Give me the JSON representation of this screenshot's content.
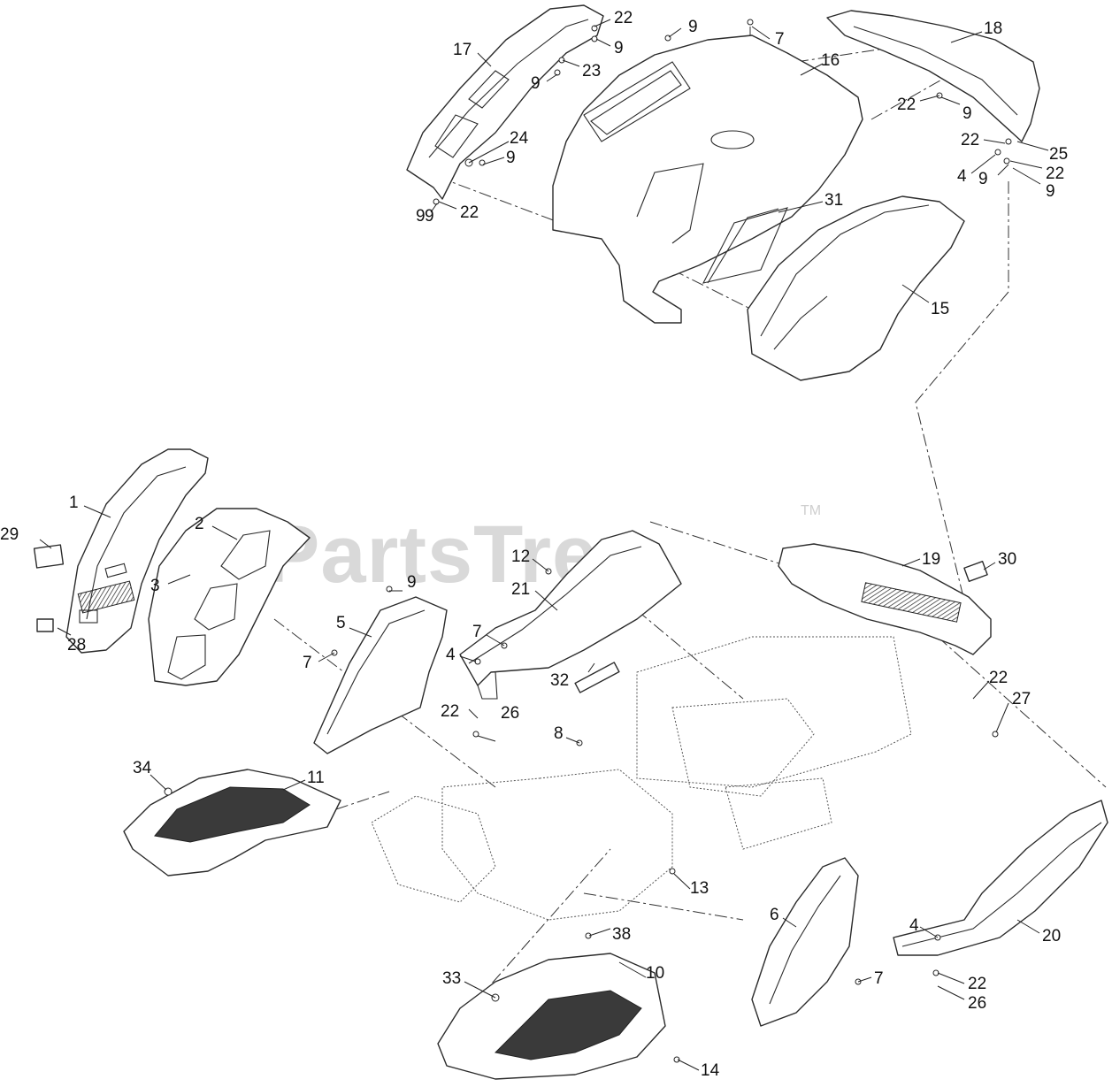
{
  "watermark": {
    "text": "PartsTree",
    "mark": "TM"
  },
  "callouts": [
    {
      "label": "22"
    },
    {
      "label": "9"
    },
    {
      "label": "17"
    },
    {
      "label": "9"
    },
    {
      "label": "23"
    },
    {
      "label": "9"
    },
    {
      "label": "9"
    },
    {
      "label": "24"
    },
    {
      "label": "9"
    },
    {
      "label": "9"
    },
    {
      "label": "22"
    },
    {
      "label": "7"
    },
    {
      "label": "16"
    },
    {
      "label": "18"
    },
    {
      "label": "22"
    },
    {
      "label": "9"
    },
    {
      "label": "22"
    },
    {
      "label": "25"
    },
    {
      "label": "4"
    },
    {
      "label": "9"
    },
    {
      "label": "22"
    },
    {
      "label": "9"
    },
    {
      "label": "31"
    },
    {
      "label": "15"
    },
    {
      "label": "1"
    },
    {
      "label": "29"
    },
    {
      "label": "2"
    },
    {
      "label": "3"
    },
    {
      "label": "28"
    },
    {
      "label": "5"
    },
    {
      "label": "9"
    },
    {
      "label": "7"
    },
    {
      "label": "12"
    },
    {
      "label": "21"
    },
    {
      "label": "7"
    },
    {
      "label": "4"
    },
    {
      "label": "22"
    },
    {
      "label": "26"
    },
    {
      "label": "32"
    },
    {
      "label": "8"
    },
    {
      "label": "19"
    },
    {
      "label": "30"
    },
    {
      "label": "22"
    },
    {
      "label": "27"
    },
    {
      "label": "34"
    },
    {
      "label": "11"
    },
    {
      "label": "13"
    },
    {
      "label": "38"
    },
    {
      "label": "6"
    },
    {
      "label": "7"
    },
    {
      "label": "20"
    },
    {
      "label": "4"
    },
    {
      "label": "22"
    },
    {
      "label": "26"
    },
    {
      "label": "33"
    },
    {
      "label": "10"
    },
    {
      "label": "14"
    }
  ]
}
